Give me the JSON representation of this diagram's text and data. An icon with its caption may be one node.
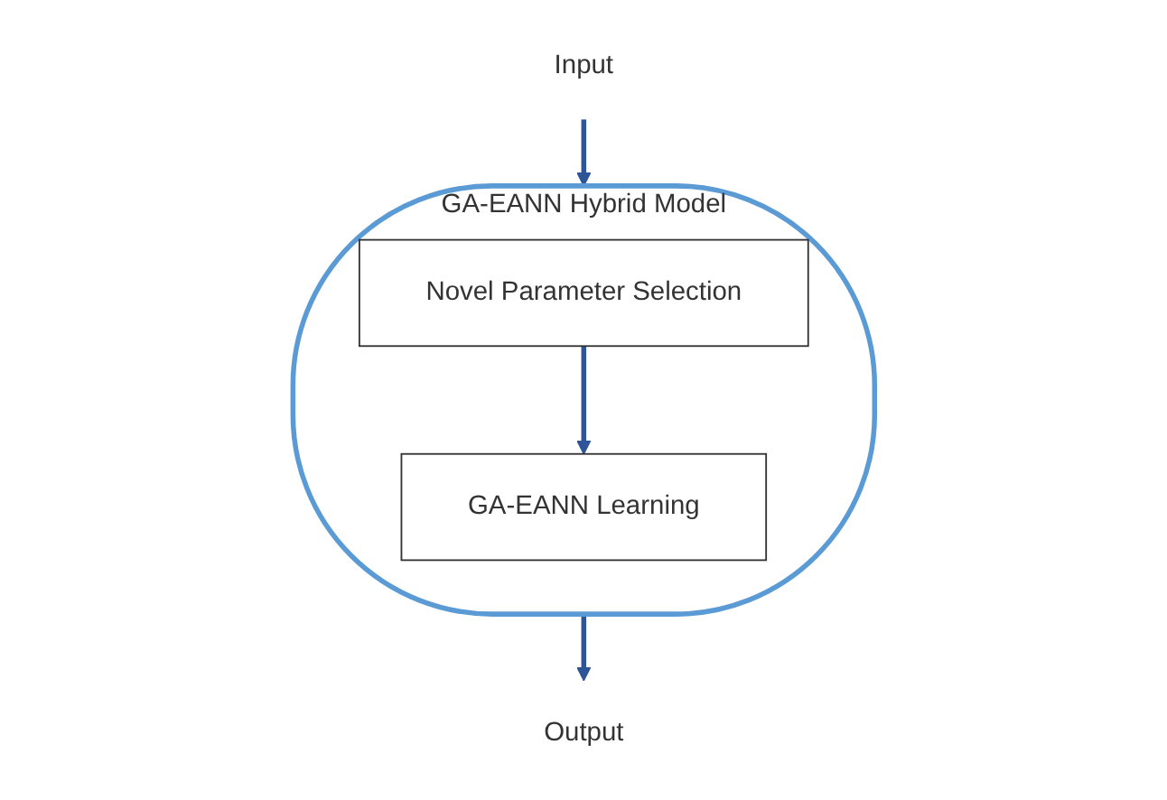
{
  "diagram": {
    "nodes": [
      {
        "text": [
          "Input"
        ]
      },
      {
        "text": [
          "GA-EANN Hybrid Model"
        ]
      },
      {
        "text": [
          "Novel Parameter Selection"
        ],
        "in": 1
      },
      {
        "text": [
          "GA-EANN Learning"
        ],
        "in": 1
      },
      {
        "text": [
          "Output"
        ]
      }
    ],
    "edges": [
      {
        "from": 0,
        "to": 1,
        "arrow": "to"
      },
      {
        "from": 2,
        "to": 3,
        "arrow": "to"
      },
      {
        "from": 1,
        "to": 4,
        "arrow": "to"
      }
    ]
  }
}
